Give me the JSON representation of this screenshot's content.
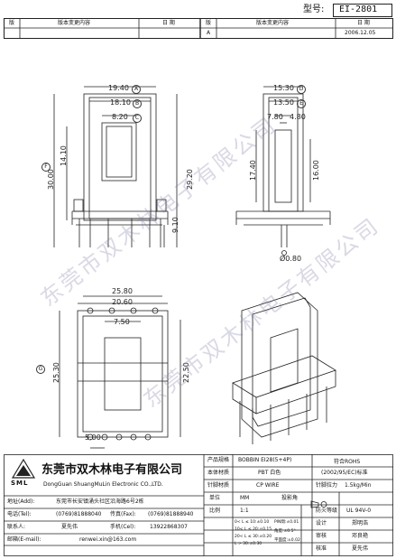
{
  "header": {
    "model_label": "型号:",
    "model_value": "EI-2801",
    "rev_col1": "版",
    "change_col1": "版本变更内容",
    "date_col1": "日 期",
    "rev_col2": "版",
    "change_col2": "版本变更内容",
    "date_col2": "日 期",
    "rev_value": "A",
    "date_value": "2006.12.05"
  },
  "dims": {
    "front_width": "19.40",
    "front_inner1": "18.10",
    "front_inner2": "8.20",
    "front_height_total": "30.00",
    "front_height_inner": "14.10",
    "front_height_right": "29.20",
    "front_pin": "9.10",
    "side_width": "15.30",
    "side_inner1": "13.50",
    "side_a": "7.80",
    "side_b": "4.80",
    "side_height": "17.40",
    "side_height2": "16.00",
    "pin_dia": "Ø0.80",
    "bottom_width": "25.80",
    "bottom_inner": "20.60",
    "bottom_pitch": "7.50",
    "bottom_height_left": "25.30",
    "bottom_height_right": "22.50",
    "bottom_pin_pitch": "5.00",
    "bubble_A": "A",
    "bubble_B": "B",
    "bubble_C": "C",
    "bubble_D": "D",
    "bubble_E": "E",
    "bubble_F": "F",
    "bubble_G": "G"
  },
  "watermark": {
    "line1": "东莞市双木林电子有限公司",
    "line2": "东莞市双木林电子有限公司"
  },
  "company": {
    "logo_text": "SML",
    "name_cn": "东莞市双木林电子有限公司",
    "name_en": "DongGuan ShuangMuLin Electronic CO.,LTD.",
    "address_label": "地址(Add):",
    "address_value": "东莞市长安镇涌头社区沿海路6号2栋",
    "tel_label": "电话(Tel):",
    "tel_value": "(0769)81888040",
    "fax_label": "传真(Fax):",
    "fax_value": "(0769)81888940",
    "contact_label": "联系人:",
    "contact_value": "夏先伟",
    "mobile_label": "手机(Cel):",
    "mobile_value": "13922868307",
    "email_label": "邮箱(E-mail):",
    "email_value": "renwei.xin@163.com"
  },
  "spec": {
    "product_label": "产品规格",
    "product_value": "BOBBIN EI28(5+4P)",
    "material_label": "本体材质",
    "material_value": "PBT 白色",
    "pin_material_label": "针脚材质",
    "pin_material_value": "CP WIRE",
    "rohs_line1": "符合ROHS",
    "rohs_line2": "(2002/95/EC)标准",
    "pull_label": "针脚拉力",
    "pull_value": "1.5kg/Min",
    "unit_label": "单位",
    "unit_value": "MM",
    "projection_label": "投影角",
    "fire_label": "防火等级",
    "fire_value": "UL 94V-0",
    "scale_label": "比例",
    "scale_value": "1:1",
    "tol1": "0< L ≤ 10:±0.10",
    "tol2": "10< L ≤ 20:±0.15",
    "tol3": "20< L ≤ 30:±0.20",
    "tol4": "L > 30:±0.30",
    "tol_pin": "PIN間:±0.01",
    "tol_angle": "角度:±0.5°",
    "tol_plane": "平面度:±0.02",
    "design_label": "设计",
    "design_value": "郑明浩",
    "check_label": "审核",
    "check_value": "邓良艳",
    "approve_label": "核准",
    "approve_value": "夏先伟"
  }
}
